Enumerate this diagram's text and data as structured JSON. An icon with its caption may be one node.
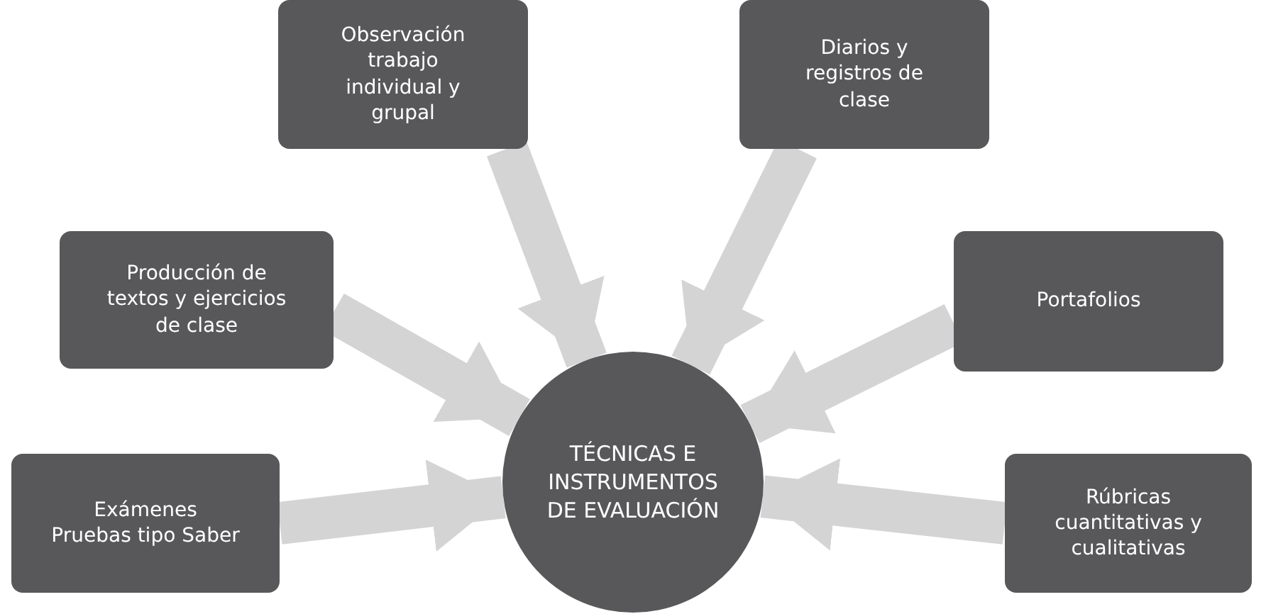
{
  "diagram": {
    "nodes": [
      {
        "text": [
          "Observación trabajo individual y grupal"
        ]
      },
      {
        "text": [
          "Diarios y registros de clase"
        ]
      },
      {
        "text": [
          "Producción de textos y ejercicios de clase"
        ]
      },
      {
        "text": [
          "Portafolios"
        ]
      },
      {
        "text": [
          "Exámenes Pruebas tipo Saber"
        ]
      },
      {
        "text": [
          "TÉCNICAS E INSTRUMENTOS DE EVALUACIÓN"
        ]
      },
      {
        "text": [
          "Rúbricas cuantitativas y cualitativas"
        ]
      }
    ],
    "edges": [
      {
        "from": 0,
        "to": 5,
        "arrow": "to"
      },
      {
        "from": 1,
        "to": 5,
        "arrow": "to"
      },
      {
        "from": 2,
        "to": 5,
        "arrow": "to"
      },
      {
        "from": 3,
        "to": 5,
        "arrow": "to"
      },
      {
        "from": 4,
        "to": 5,
        "arrow": "to"
      },
      {
        "from": 6,
        "to": 5,
        "arrow": "to"
      }
    ]
  }
}
